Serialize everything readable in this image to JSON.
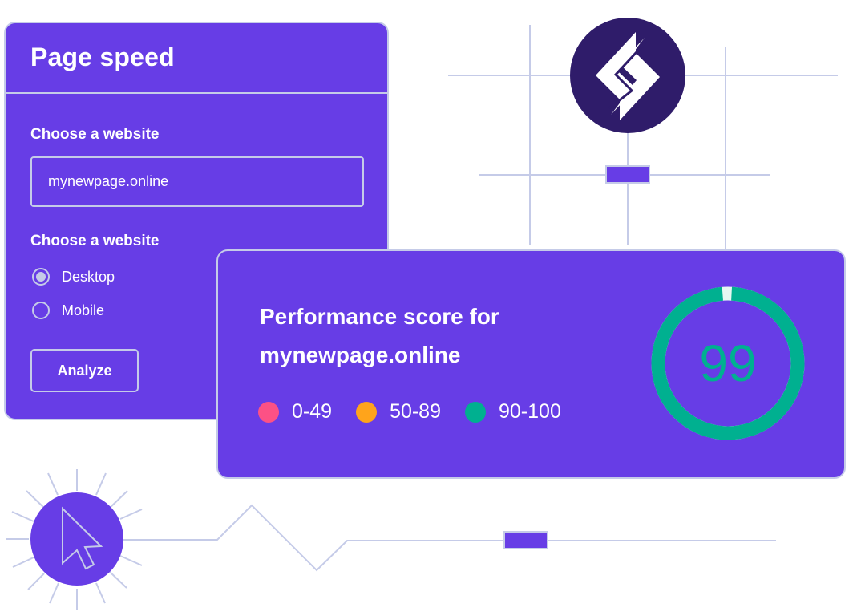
{
  "colors": {
    "brand_purple": "#673de6",
    "line": "#c5cbe8",
    "logo_bg": "#2f1c6a",
    "score_red": "#fc5185",
    "score_orange": "#ffa41b",
    "score_green": "#00b090"
  },
  "page_speed_card": {
    "title": "Page speed",
    "website_label": "Choose a website",
    "website_input_value": "mynewpage.online",
    "device_label": "Choose a website",
    "device_options": [
      {
        "label": "Desktop",
        "selected": true
      },
      {
        "label": "Mobile",
        "selected": false
      }
    ],
    "analyze_button": "Analyze"
  },
  "score_card": {
    "title_line1": "Performance score for",
    "title_line2": "mynewpage.online",
    "legend": [
      {
        "range": "0-49",
        "color": "#fc5185"
      },
      {
        "range": "50-89",
        "color": "#ffa41b"
      },
      {
        "range": "90-100",
        "color": "#00b090"
      }
    ],
    "score": "99",
    "score_percent": 99
  },
  "icons": {
    "logo": "litespeed-logo-icon",
    "cursor": "cursor-arrow-icon"
  }
}
